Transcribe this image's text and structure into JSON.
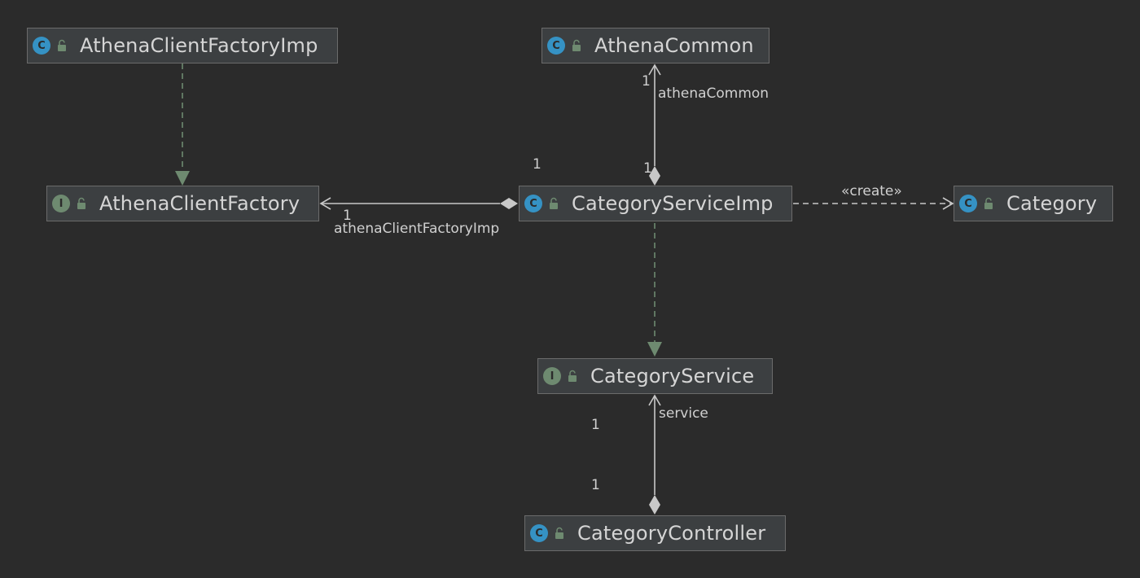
{
  "nodes": {
    "athena_client_factory_imp": {
      "label": "AthenaClientFactoryImp",
      "kind": "class",
      "kind_letter": "C"
    },
    "athena_common": {
      "label": "AthenaCommon",
      "kind": "class",
      "kind_letter": "C"
    },
    "athena_client_factory": {
      "label": "AthenaClientFactory",
      "kind": "interface",
      "kind_letter": "I"
    },
    "category_service_imp": {
      "label": "CategoryServiceImp",
      "kind": "class",
      "kind_letter": "C"
    },
    "category": {
      "label": "Category",
      "kind": "class",
      "kind_letter": "C"
    },
    "category_service": {
      "label": "CategoryService",
      "kind": "interface",
      "kind_letter": "I"
    },
    "category_controller": {
      "label": "CategoryController",
      "kind": "class",
      "kind_letter": "C"
    }
  },
  "edges": {
    "athena_common_assoc": {
      "role": "athenaCommon",
      "target_multiplicity": "1",
      "source_multiplicity": "1"
    },
    "athena_client_factory_assoc": {
      "role": "athenaClientFactoryImp",
      "target_multiplicity": "1",
      "source_multiplicity": "1"
    },
    "create_dependency": {
      "stereotype": "«create»"
    },
    "service_assoc": {
      "role": "service",
      "target_multiplicity": "1",
      "source_multiplicity": "1"
    }
  },
  "colors": {
    "background": "#2b2b2b",
    "node_fill": "#3c3f41",
    "node_border": "#6b6b6b",
    "class_icon": "#3592c4",
    "interface_icon": "#6e8a70",
    "edge_light": "#c8c8c8",
    "edge_green": "#6e8a70",
    "text": "#d5d5d5"
  }
}
